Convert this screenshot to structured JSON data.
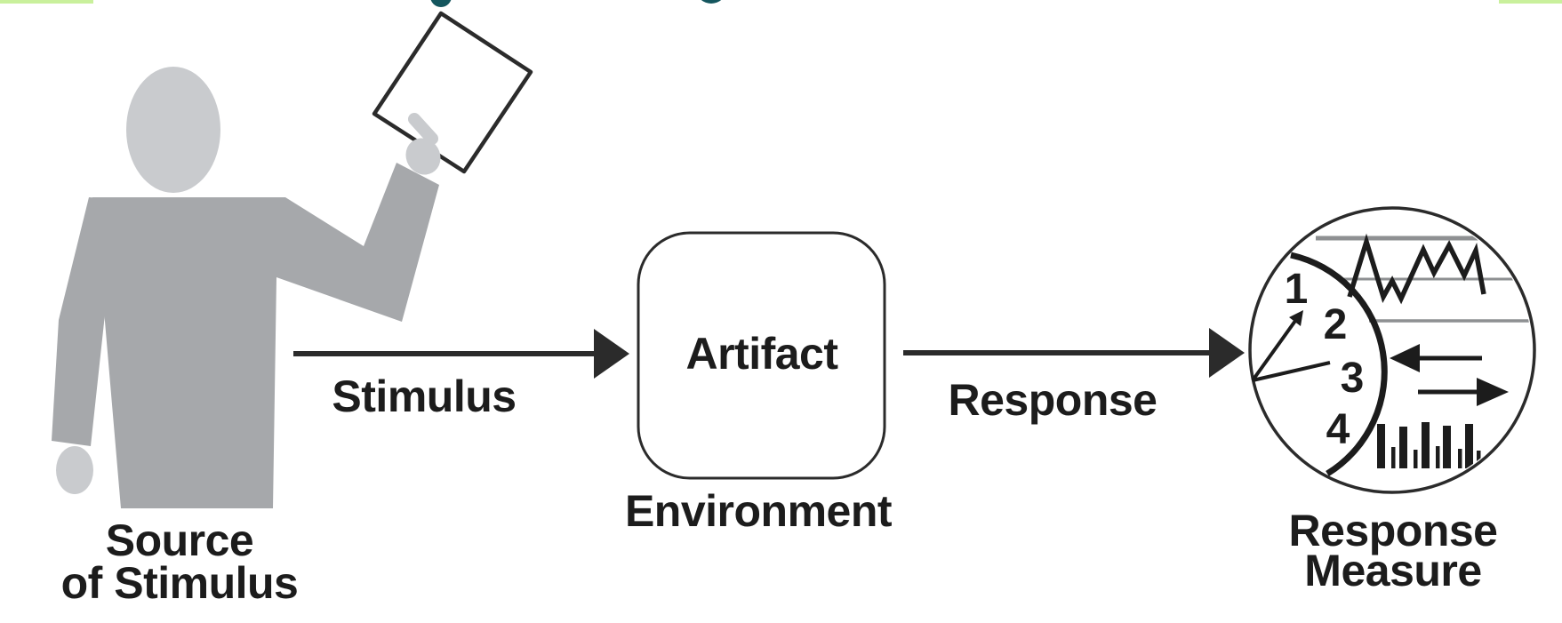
{
  "nodes": {
    "source": {
      "label_line1": "Source",
      "label_line2": "of Stimulus"
    },
    "artifact": {
      "label": "Artifact",
      "caption": "Environment"
    },
    "response_measure": {
      "label_line1": "Response",
      "label_line2": "Measure",
      "dial_numbers": [
        "1",
        "2",
        "3",
        "4"
      ]
    }
  },
  "edges": {
    "stimulus": {
      "label": "Stimulus"
    },
    "response": {
      "label": "Response"
    }
  },
  "colors": {
    "background": "#ffffff",
    "ink": "#1c1c1c",
    "outline": "#2b2b2b",
    "figure_body_grey": "#a6a8ab",
    "figure_light_grey": "#c9cbce",
    "chart_grid_grey": "#8e9092",
    "top_bar_green": "#c9f09c",
    "top_dot_teal": "#14565e"
  }
}
